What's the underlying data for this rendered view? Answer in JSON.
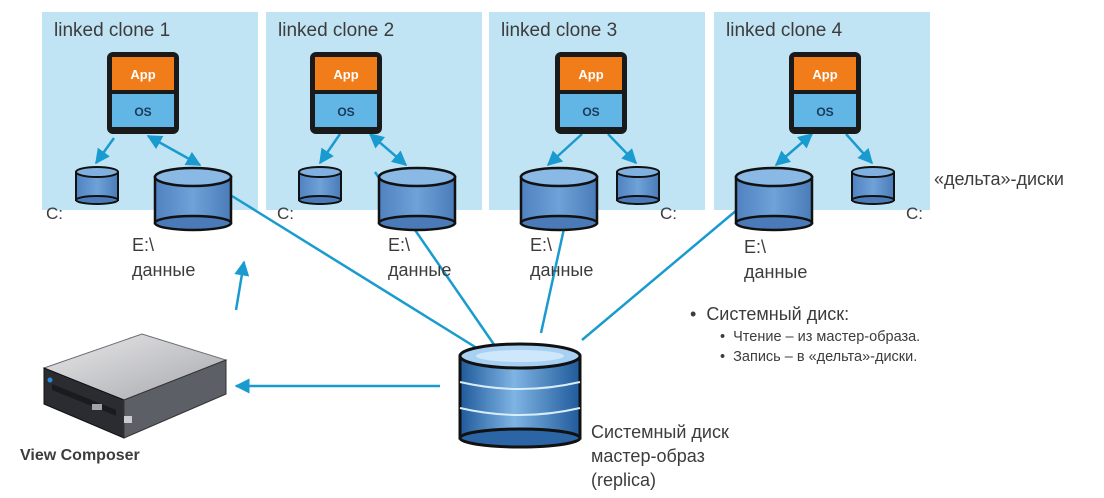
{
  "clones": [
    {
      "title": "linked clone 1",
      "drive_c": "C:",
      "data_path": "E:\\",
      "data_word": "данные"
    },
    {
      "title": "linked clone 2",
      "drive_c": "C:",
      "data_path": "E:\\",
      "data_word": "данные"
    },
    {
      "title": "linked clone 3",
      "drive_c": "C:",
      "data_path": "E:\\",
      "data_word": "данные"
    },
    {
      "title": "linked clone 4",
      "drive_c": "C:",
      "data_path": "E:\\",
      "data_word": "данные"
    }
  ],
  "vm_icon": {
    "app": "App",
    "os": "OS"
  },
  "delta_disks_label": "«дельта»-диски",
  "notes": {
    "heading": "Системный диск:",
    "items": [
      "Чтение – из мастер-образа.",
      "Запись – в «дельта»-диски."
    ]
  },
  "replica": {
    "line1": "Системный диск",
    "line2": "мастер-образ",
    "line3": "(replica)"
  },
  "composer": {
    "label": "View Composer"
  },
  "colors": {
    "panel": "#c1e4f4",
    "arrow": "#1a9bd0",
    "app_box": "#f07d1a",
    "os_box": "#62b6e6",
    "disk": "#5f93cf",
    "disk_outline": "#111111"
  }
}
